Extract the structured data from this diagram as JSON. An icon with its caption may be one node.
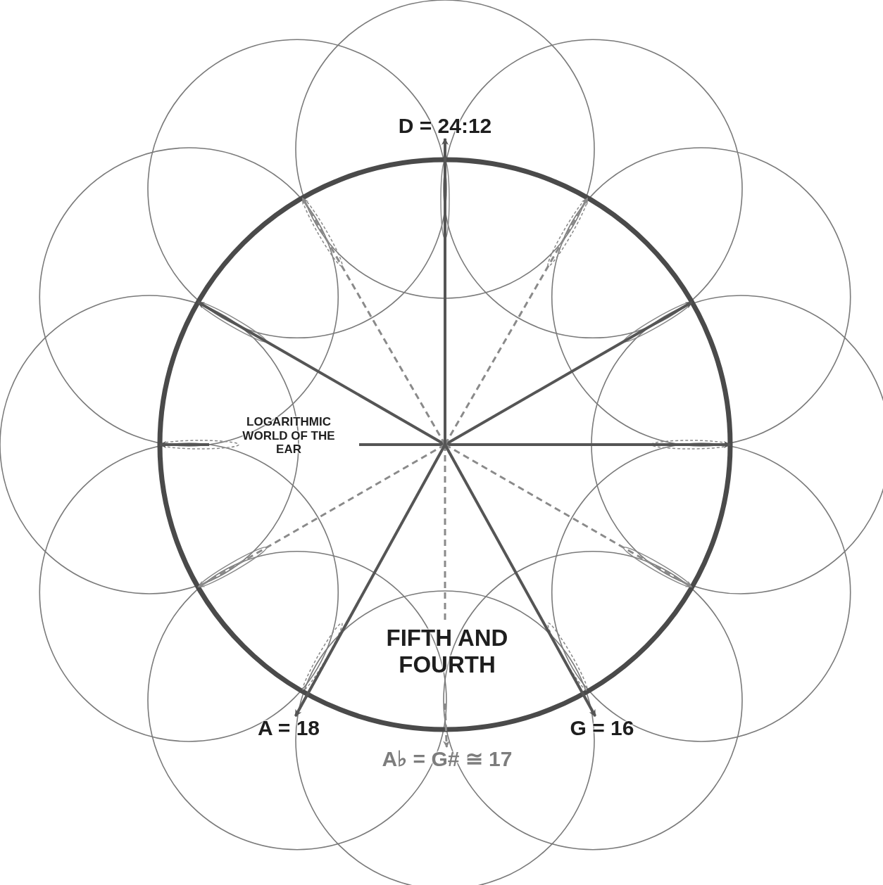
{
  "diagram": {
    "nodes": [
      {
        "text": [
          "D = 24:12"
        ]
      },
      {
        "text": [
          "A = 18"
        ]
      },
      {
        "text": [
          "G = 16"
        ]
      },
      {
        "text": [
          "A♭ = G# ≅ 17"
        ]
      }
    ],
    "edges": [
      {
        "from": null,
        "to": 0,
        "arrow": "to"
      },
      {
        "from": null,
        "to": 1,
        "arrow": "to"
      },
      {
        "from": null,
        "to": 2,
        "arrow": "to"
      },
      {
        "from": null,
        "to": 3,
        "arrow": "to",
        "style": "dashed"
      }
    ],
    "labels": [
      "LOGARITHMIC WORLD OF THE EAR",
      "FIFTH AND FOURTH"
    ]
  }
}
